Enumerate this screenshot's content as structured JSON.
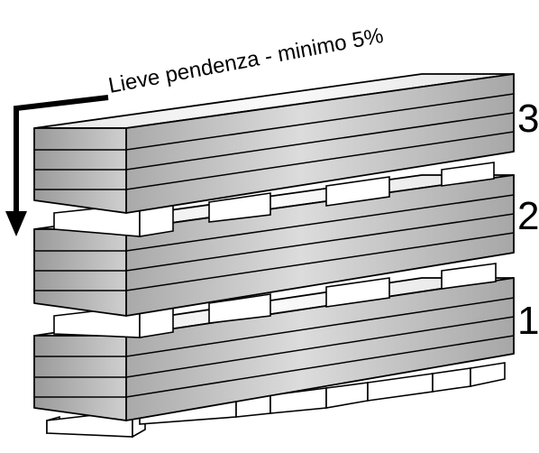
{
  "annotation": {
    "slope_text": "Lieve pendenza - minimo 5%"
  },
  "layers": [
    {
      "number": "3"
    },
    {
      "number": "2"
    },
    {
      "number": "1"
    }
  ],
  "colors": {
    "outline": "#000000",
    "face_light": "#f2f2f2",
    "face_mid": "#c4c4c4",
    "face_dark": "#8a8a8a",
    "support": "#ffffff"
  }
}
